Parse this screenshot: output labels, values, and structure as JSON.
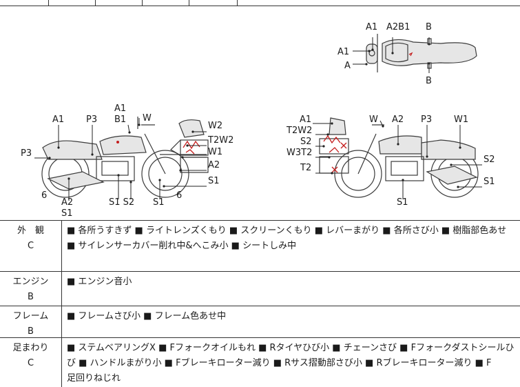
{
  "diagram": {
    "top_view_labels": {
      "a1_top": "A1",
      "a2b1": "A2B1",
      "b_top": "B",
      "a1_left": "A1",
      "a_left": "A",
      "b_bottom": "B"
    },
    "left_side_labels": {
      "a1": "A1",
      "p3_top": "P3",
      "a1b1_a": "A1",
      "a1b1_b": "B1",
      "w": "W",
      "w2": "W2",
      "t2w2": "T2W2",
      "w1": "W1",
      "a2_right": "A2",
      "s1_right": "S1",
      "p3_left": "P3",
      "six_left": "6",
      "a2_bottom": "A2",
      "s1_bottom": "S1",
      "s1s2": "S1 S2",
      "s1_mid": "S1",
      "six_mid": "6"
    },
    "right_side_labels": {
      "a1": "A1",
      "t2w2": "T2W2",
      "s2_left": "S2",
      "w3t2": "W3T2",
      "t2": "T2",
      "w": "W",
      "a2": "A2",
      "p3": "P3",
      "w1": "W1",
      "s2_right": "S2",
      "s1_right": "S1",
      "s1_bottom": "S1"
    }
  },
  "conditions": [
    {
      "category": "外　観",
      "grade": "C",
      "lines": [
        "■ 各所うすきず ■ ライトレンズくもり ■ スクリーンくもり ■ レバーまがり ■ 各所さび小 ■ 樹脂部色あせ",
        "■ サイレンサーカバー削れ中&へこみ小 ■ シートしみ中"
      ]
    },
    {
      "category": "エンジン",
      "grade": "B",
      "lines": [
        "■ エンジン音小"
      ]
    },
    {
      "category": "フレーム",
      "grade": "B",
      "lines": [
        "■ フレームさび小 ■ フレーム色あせ中"
      ]
    },
    {
      "category": "足まわり",
      "grade": "C",
      "lines": [
        "■ ステムベアリングX ■ Fフォークオイルもれ ■ Rタイヤひび小 ■ チェーンさび ■ Fフォークダストシールひ",
        "び ■ ハンドルまがり小 ■ Fブレーキローター減り ■ Rサス摺動部さび小 ■ Rブレーキローター減り ■ F",
        "足回りねじれ"
      ]
    }
  ]
}
